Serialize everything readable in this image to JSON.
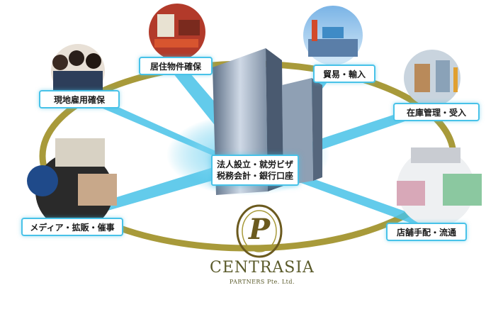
{
  "center": {
    "line1": "法人設立・就労ビザ",
    "line2": "税務会計・銀行口座"
  },
  "nodes": {
    "housing": "居住物件確保",
    "trade": "貿易・輸入",
    "local_hiring": "現地雇用確保",
    "inventory": "在庫管理・受入",
    "media": "メディア・拡販・催事",
    "retail": "店舗手配・流通"
  },
  "logo": {
    "name": "CENTRASIA",
    "sub": "PARTNERS Pte. Ltd.",
    "mark": "P"
  },
  "colors": {
    "accent": "#48c2e8",
    "ring": "#a89a3a",
    "logo": "#6b5a1e"
  }
}
